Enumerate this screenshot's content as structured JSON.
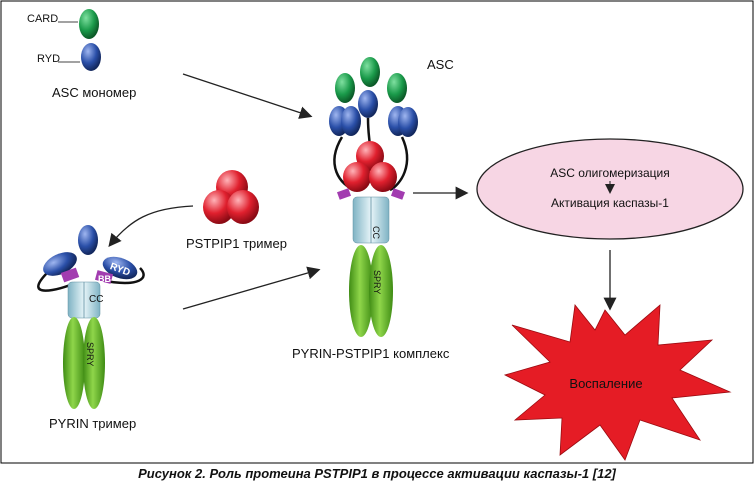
{
  "labels": {
    "card": "CARD",
    "ryd": "RYD",
    "asc_monomer": "ASC мономер",
    "asc": "ASC",
    "pstpip1_trimer": "PSTPIP1 тример",
    "pyrin_trimer": "PYRIN тример",
    "pyrin_pstpip1_complex": "PYRIN-PSTPIP1 комплекс",
    "asc_oligomerization": "ASC олигомеризация",
    "caspase_activation": "Активация каспазы-1",
    "inflammation": "Воспаление",
    "cc": "CC",
    "spry": "SPRY",
    "ryd_domain": "RYD",
    "bb": "BB"
  },
  "caption": "Рисунок 2. Роль протеина PSTPIP1 в процессе активации каспазы-1 [12]",
  "colors": {
    "card_green": "#1a9a4a",
    "ryd_blue": "#2a4fa8",
    "pstpip_red": "#e0202e",
    "spry_green": "#6cbf2a",
    "cc_column": "#b8dbe6",
    "bb_purple": "#a23cb0",
    "ellipse_fill": "#f7d6e4",
    "star_fill": "#e51c25",
    "frame": "#000000"
  }
}
